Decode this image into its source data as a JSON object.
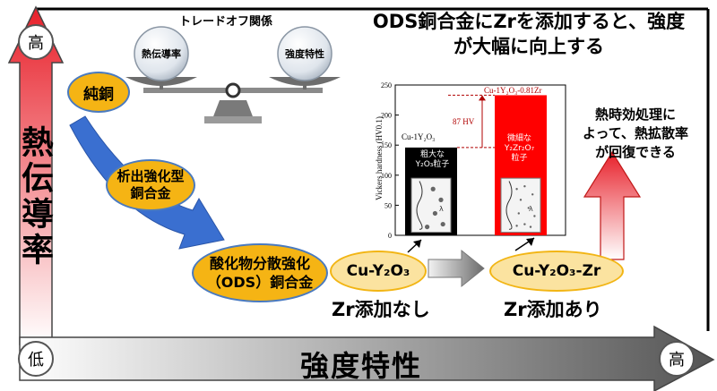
{
  "axes": {
    "y_label": "熱伝導率",
    "x_label": "強度特性",
    "y_high": "高",
    "origin_low": "低",
    "x_high": "高"
  },
  "headline": [
    "ODS銅合金にZrを添加すると、強度",
    "が大幅に向上する"
  ],
  "tradeoff": {
    "title": "トレードオフ関係",
    "left_ball": "熱伝導率",
    "right_ball": "強度特性"
  },
  "materials": {
    "pure_copper": "純銅",
    "precipitation": [
      "析出強化型",
      "銅合金"
    ],
    "ods": [
      "酸化物分散強化",
      "（ODS）銅合金"
    ],
    "cu_y2o3": "Cu-Y₂O₃",
    "cu_y2o3_zr": "Cu-Y₂O₃-Zr"
  },
  "captions": {
    "no_zr": "Zr添加なし",
    "with_zr": "Zr添加あり",
    "heat_treatment": [
      "熱時効処理に",
      "よって、熱拡散率",
      "が回復できる"
    ]
  },
  "chart_data": {
    "type": "bar",
    "categories": [
      "Cu-1Y₂O₃",
      "Cu-1Y₂O₃-0.81Zr"
    ],
    "values": [
      146,
      233
    ],
    "ylabel": "Vickers hardness (HV0.1)",
    "ylim": [
      0,
      250
    ],
    "yticks": [
      0,
      50,
      100,
      150,
      200,
      250
    ],
    "bar_colors": [
      "#000000",
      "#ff0000"
    ],
    "bar_labels": [
      [
        "粗大な",
        "Y₂O₃粒子"
      ],
      [
        "微細な",
        "Y₂Zr₂O₇",
        "粒子"
      ]
    ],
    "annotation": "87 HV",
    "inset_symbols": [
      "λ",
      "d"
    ]
  },
  "colors": {
    "oval_fill": "#f5b414",
    "oval_border": "#4a7abf",
    "blue_arrow": "#3a6fd0",
    "red_arrow": "#e8202a",
    "axis_gray": "#555555"
  }
}
